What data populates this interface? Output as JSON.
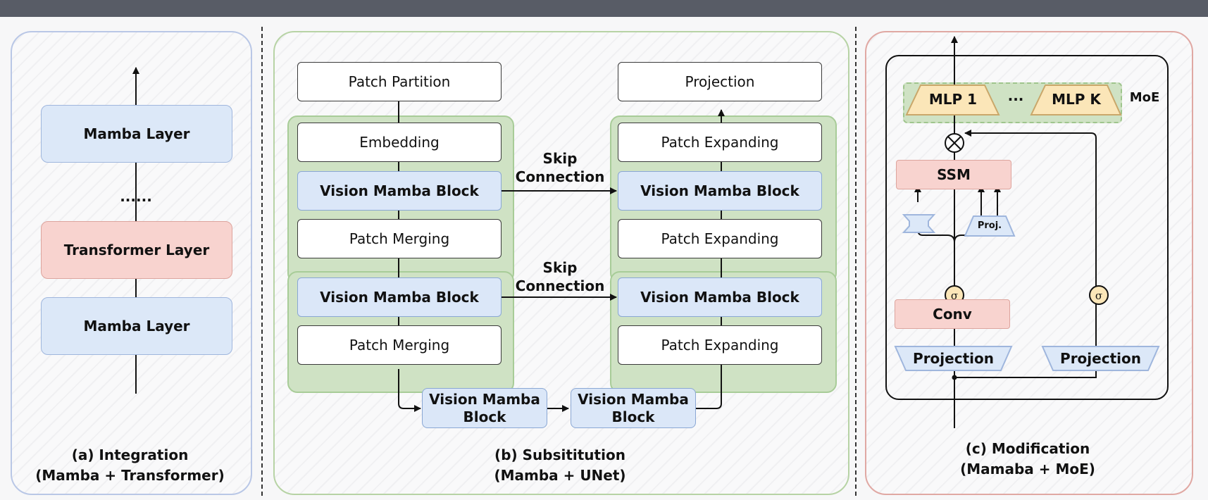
{
  "panel_a": {
    "top_layer": "Mamba Layer",
    "ellipsis": "......",
    "middle_layer": "Transformer Layer",
    "bottom_layer": "Mamba Layer",
    "caption_line1": "(a) Integration",
    "caption_line2": "(Mamba + Transformer)"
  },
  "panel_b": {
    "encoder": {
      "patch_partition": "Patch Partition",
      "embedding": "Embedding",
      "vmb_1": "Vision Mamba Block",
      "patch_merging_1": "Patch Merging",
      "vmb_2": "Vision Mamba Block",
      "patch_merging_2": "Patch Merging"
    },
    "decoder": {
      "projection": "Projection",
      "patch_expanding_1": "Patch Expanding",
      "vmb_1": "Vision Mamba Block",
      "patch_expanding_2": "Patch Expanding",
      "vmb_2": "Vision Mamba Block",
      "patch_expanding_3": "Patch Expanding"
    },
    "skip_1": "Skip\nConnection",
    "skip_2": "Skip\nConnection",
    "bottleneck_1": "Vision Mamba\nBlock",
    "bottleneck_2": "Vision Mamba\nBlock",
    "caption_line1": "(b) Subsititution",
    "caption_line2": "(Mamba + UNet)"
  },
  "panel_c": {
    "mlp_1": "MLP 1",
    "mlp_dots": "...",
    "mlp_k": "MLP K",
    "moe": "MoE",
    "multiply": "⊗",
    "ssm": "SSM",
    "proj_small": "Proj.",
    "sigma": "σ",
    "conv": "Conv",
    "projection_left": "Projection",
    "projection_right": "Projection",
    "caption_line1": "(c) Modification",
    "caption_line2": "(Mamaba + MoE)"
  },
  "colors": {
    "blue_block": "#dbe7f8",
    "red_block": "#f8d3cf",
    "green_group": "#cfe2c4",
    "moe_trapezoid": "#fbe6b8"
  }
}
